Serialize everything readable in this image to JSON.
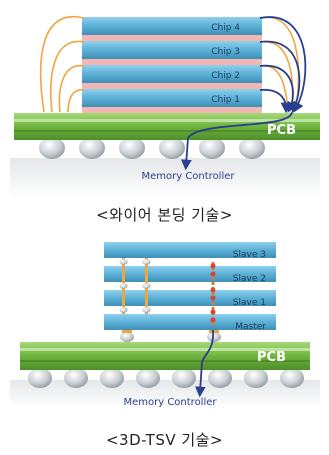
{
  "wire_bonding": {
    "chips": [
      "Chip 4",
      "Chip 3",
      "Chip 2",
      "Chip 1"
    ],
    "pcb_label": "PCB",
    "controller_label": "Memory Controller",
    "caption": "<와이어 본딩 기술>"
  },
  "tsv": {
    "dies": [
      "Slave 3",
      "Slave 2",
      "Slave 1",
      "Master"
    ],
    "pcb_label": "PCB",
    "controller_label": "Memory Controller",
    "caption": "<3D-TSV 기술>"
  },
  "colors": {
    "chip_blue": "#5cb0d6",
    "spacer_pink": "#f3b7b3",
    "pcb_green": "#7bc04a",
    "wire_orange": "#f0a640",
    "wire_navy": "#2b3f8f",
    "tsv_orange": "#e07a3a"
  }
}
